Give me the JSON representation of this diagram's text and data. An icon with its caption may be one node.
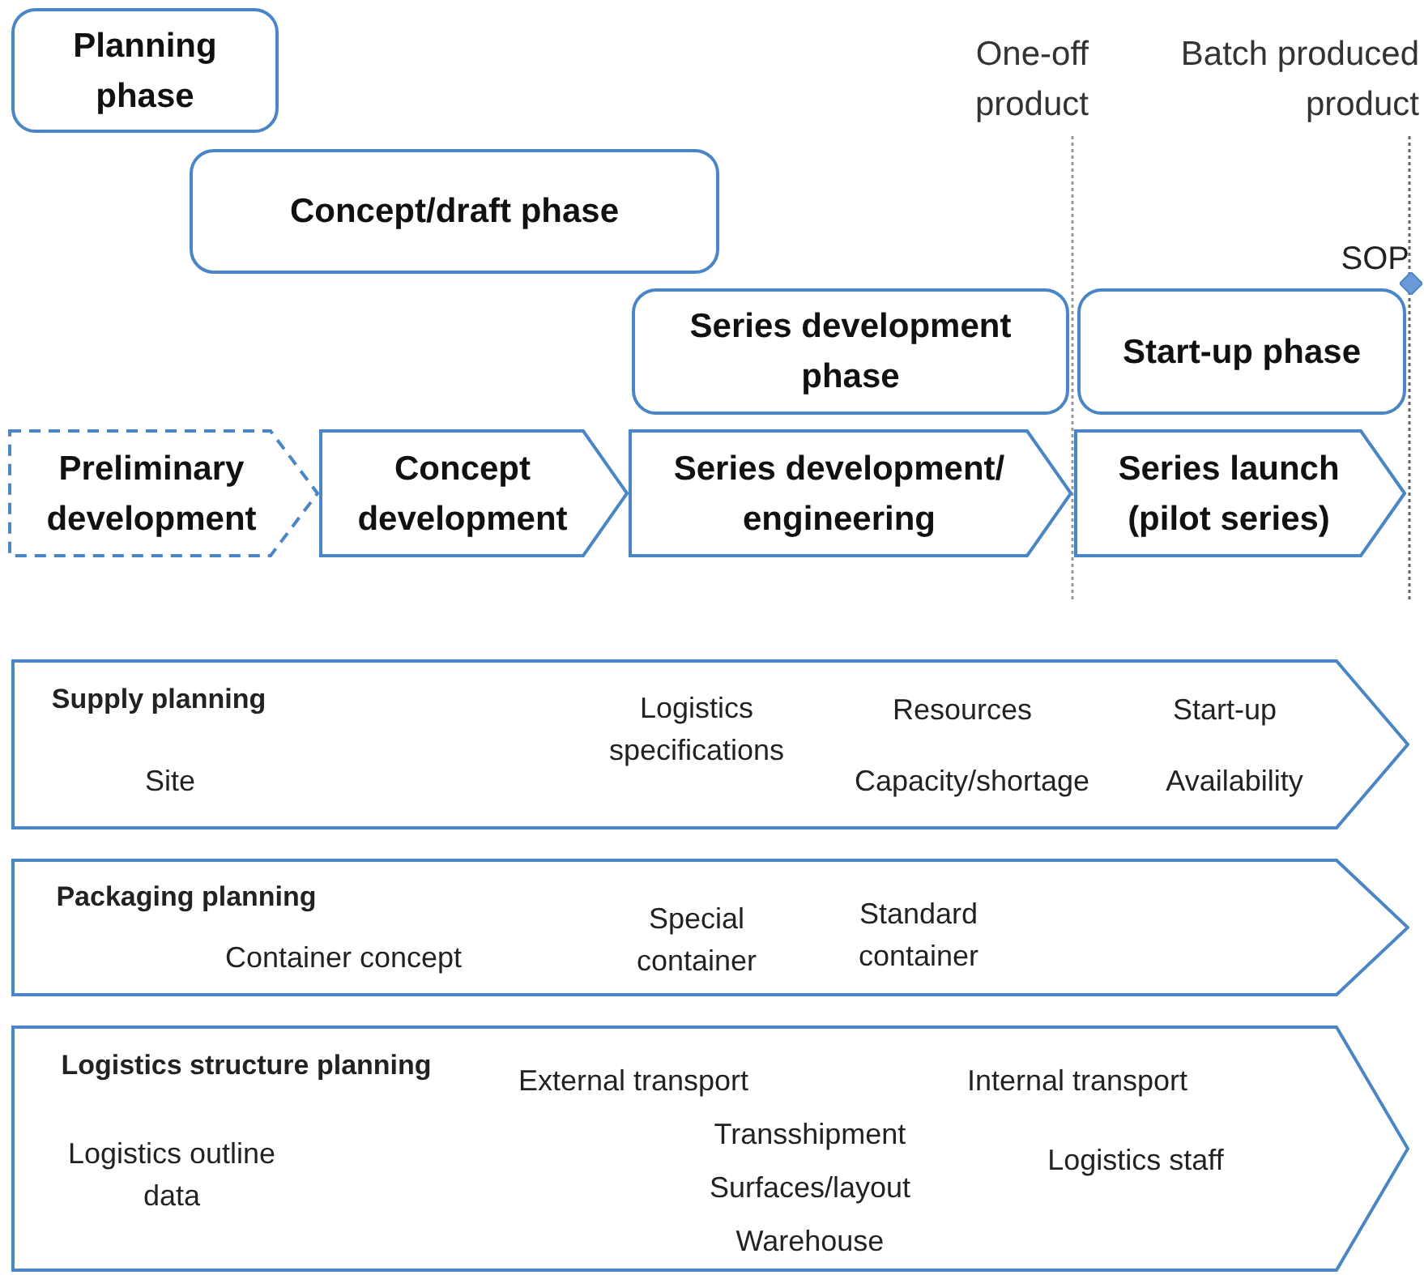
{
  "diagram": {
    "nodes": [
      {
        "text": [
          "Planning phase"
        ]
      },
      {
        "text": [
          "Concept/draft phase"
        ]
      },
      {
        "text": [
          "Series development phase"
        ]
      },
      {
        "text": [
          "Start-up phase"
        ]
      },
      {
        "text": [
          "Preliminary development"
        ]
      },
      {
        "text": [
          "Concept development"
        ]
      },
      {
        "text": [
          "Series development/ engineering"
        ]
      },
      {
        "text": [
          "Series launch (pilot series)"
        ]
      },
      {
        "text": [
          "Supply planning",
          "Logistics specifications",
          "Resources",
          "Start-up",
          "Site",
          "Capacity/shortage",
          "Availability"
        ]
      },
      {
        "text": [
          "Packaging planning",
          "Container concept",
          "Special container",
          "Standard container"
        ]
      },
      {
        "text": [
          "Logistics structure planning",
          "External transport",
          "Internal transport",
          "Transshipment",
          "Logistics outline data",
          "Logistics staff",
          "Surfaces/layout",
          "Warehouse"
        ]
      },
      {
        "text": [],
        "shape": "diamond",
        "beside": [
          "SOP"
        ]
      }
    ],
    "labels": [
      "One-off product",
      "Batch produced product"
    ]
  }
}
